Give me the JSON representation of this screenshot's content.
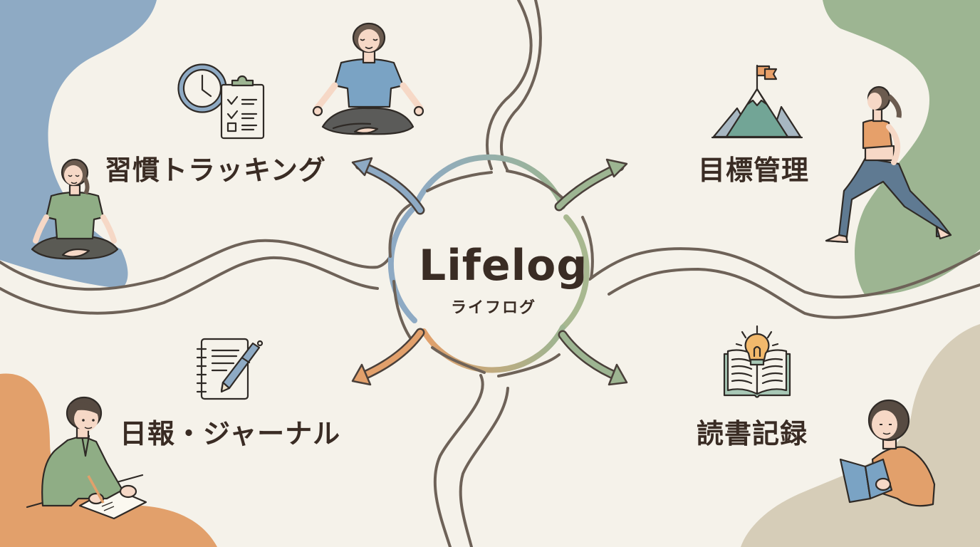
{
  "center": {
    "title": "Lifelog",
    "subtitle": "ライフログ"
  },
  "branches": [
    {
      "id": "habit",
      "label": "習慣トラッキング",
      "icon": "clock-clipboard-icon",
      "figure": "meditating-woman",
      "accent": "#8eaac4"
    },
    {
      "id": "goal",
      "label": "目標管理",
      "icon": "mountain-flag-icon",
      "figure": "lunging-woman",
      "accent": "#9db592"
    },
    {
      "id": "journal",
      "label": "日報・ジャーナル",
      "icon": "notebook-pen-icon",
      "figure": "writing-man",
      "accent": "#e2a06b"
    },
    {
      "id": "reading",
      "label": "読書記録",
      "icon": "book-lightbulb-icon",
      "figure": "reading-woman",
      "accent": "#d6cdb8"
    }
  ],
  "colors": {
    "background": "#f5f2ea",
    "text": "#3a2c24",
    "line": "#6e6258",
    "blue": "#8eaac4",
    "green": "#9db592",
    "orange": "#e2a06b",
    "beige": "#d6cdb8"
  }
}
